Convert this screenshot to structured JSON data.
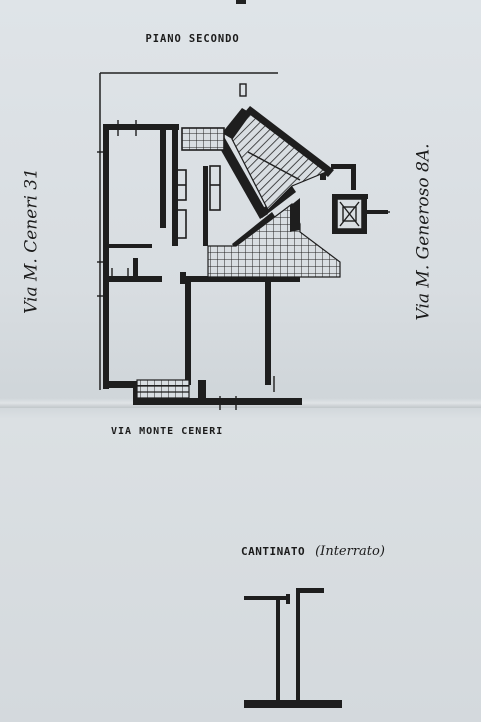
{
  "sheet": {
    "floor_title": "PIANO SECONDO",
    "street_bottom": "VIA MONTE CENERI",
    "street_left": "Via M. Ceneri 31",
    "street_right": "Via M. Generoso 8A.",
    "basement_title": "CANTINATO",
    "basement_note": "(Interrato)"
  }
}
